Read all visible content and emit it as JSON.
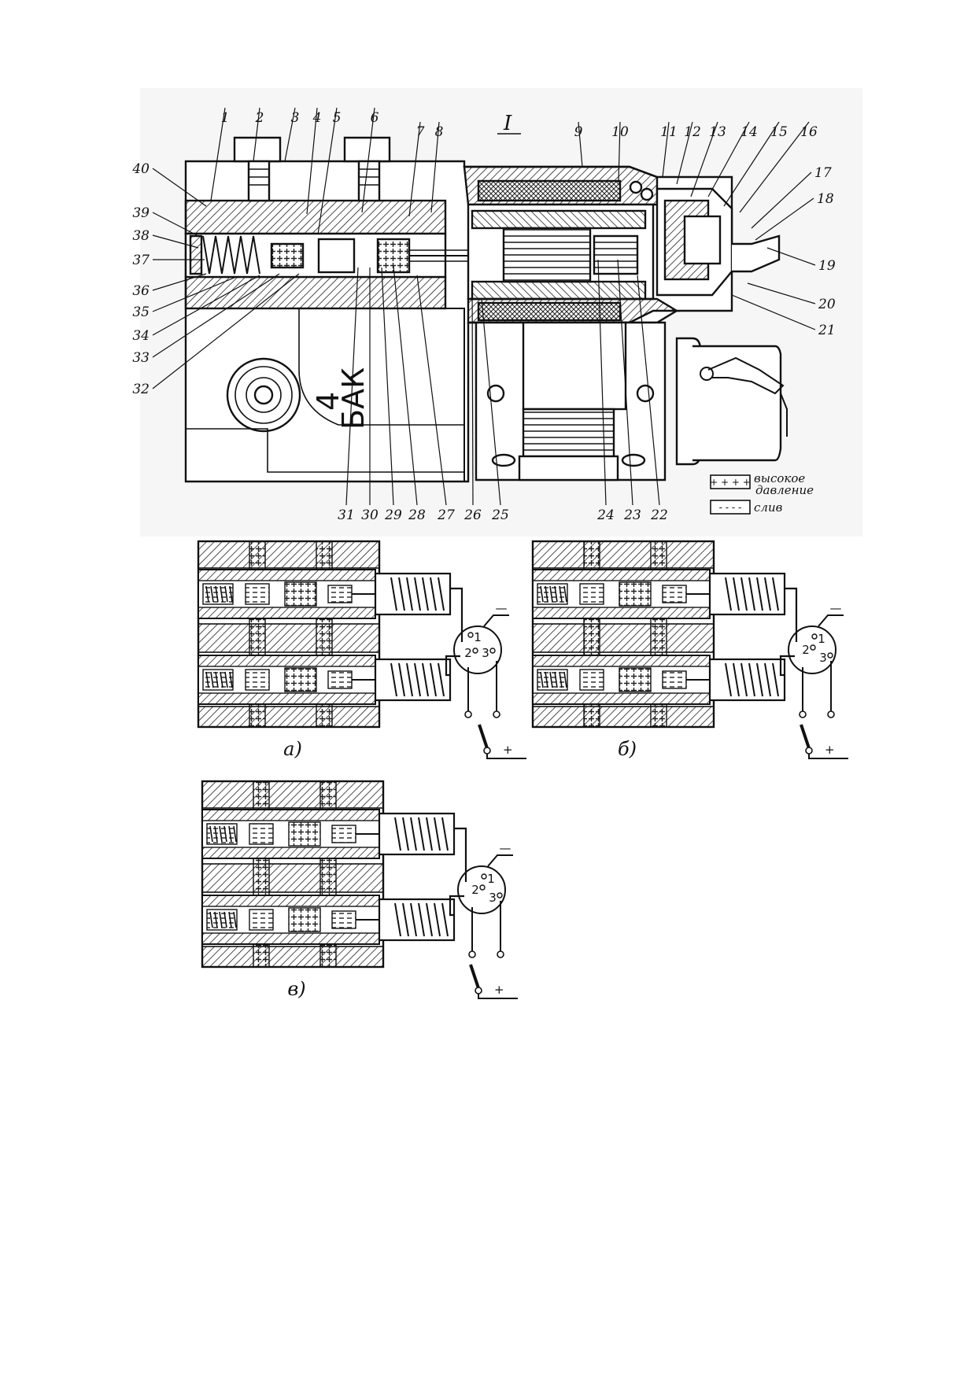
{
  "figure": {
    "roman_label": "I",
    "stencil": {
      "number": "4",
      "word": "БАК"
    },
    "callouts_top": [
      "1",
      "2",
      "3",
      "4",
      "5",
      "6",
      "7",
      "8",
      "9",
      "10",
      "11",
      "12",
      "13",
      "14",
      "15",
      "16"
    ],
    "callouts_right": [
      "17",
      "18",
      "19",
      "20",
      "21"
    ],
    "callouts_left": [
      "40",
      "39",
      "38",
      "37",
      "36",
      "35",
      "34",
      "33",
      "32"
    ],
    "callouts_bottom": [
      "31",
      "30",
      "29",
      "28",
      "27",
      "26",
      "25",
      "24",
      "23",
      "22"
    ],
    "legend": [
      {
        "symbol": "+ + + +",
        "label_line1": "высокое",
        "label_line2": "давление"
      },
      {
        "symbol": "- - - -",
        "label_line1": "слив",
        "label_line2": ""
      }
    ]
  },
  "schematics": [
    {
      "caption": "а)",
      "pins": [
        "1",
        "2",
        "3"
      ],
      "minus": "—",
      "plus": "+"
    },
    {
      "caption": "б)",
      "pins": [
        "1",
        "2",
        "3"
      ],
      "minus": "—",
      "plus": "+"
    },
    {
      "caption": "в)",
      "pins": [
        "1",
        "2",
        "3"
      ],
      "minus": "—",
      "plus": "+"
    }
  ]
}
